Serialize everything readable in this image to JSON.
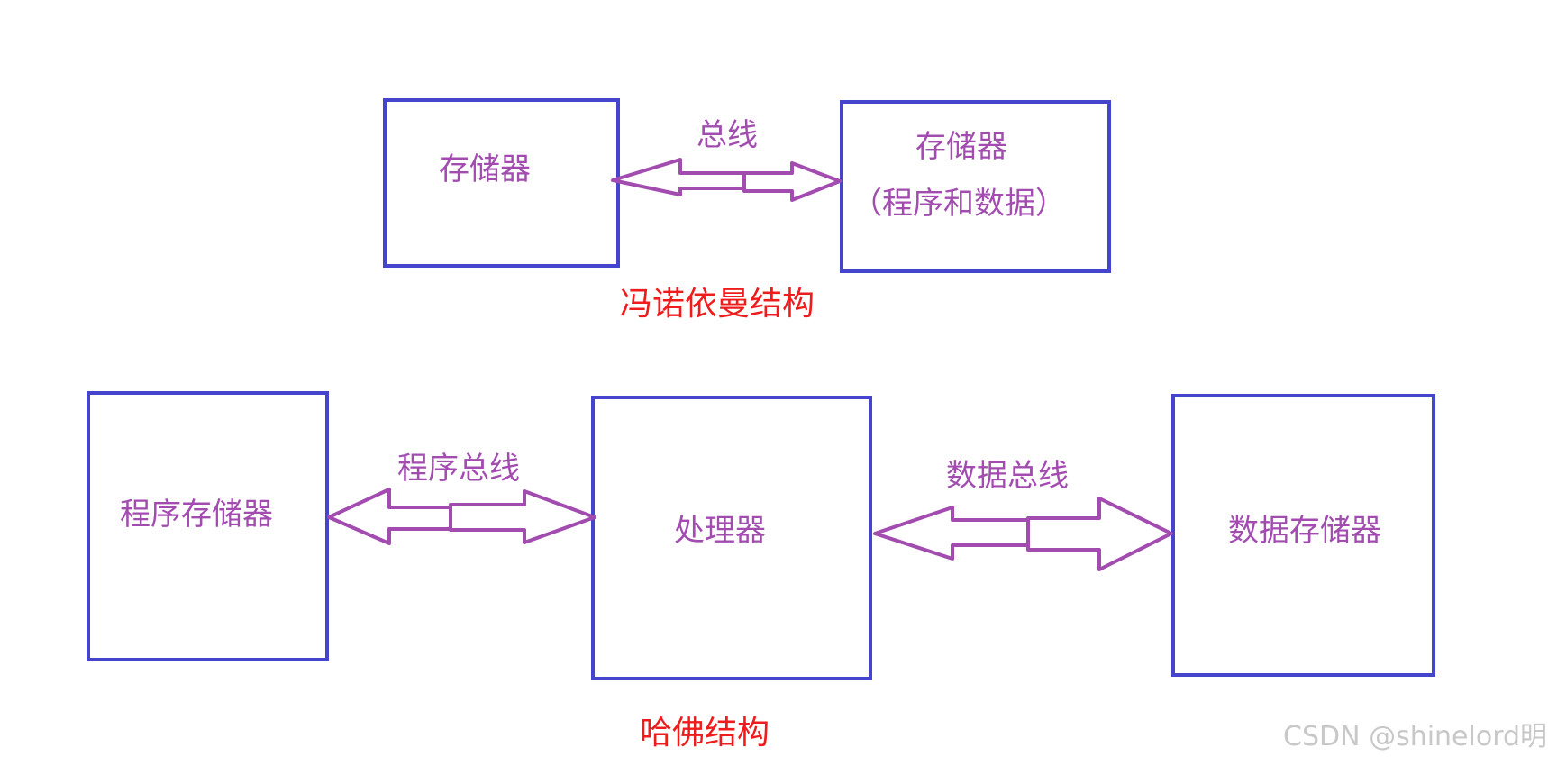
{
  "von_neumann": {
    "memory_box": {
      "label": "存储器"
    },
    "bus_label": "总线",
    "memory_box_2": {
      "title": "存储器",
      "subtitle": "（程序和数据）"
    },
    "caption": "冯诺依曼结构"
  },
  "harvard": {
    "program_memory_box": {
      "label": "程序存储器"
    },
    "program_bus_label": "程序总线",
    "processor_box": {
      "label": "处理器"
    },
    "data_bus_label": "数据总线",
    "data_memory_box": {
      "label": "数据存储器"
    },
    "caption": "哈佛结构"
  },
  "watermark": "CSDN @shinelord明",
  "colors": {
    "box_border": "#4444cc",
    "text": "#a24cb0",
    "caption": "#ee1c1c",
    "arrow": "#a24cb0"
  }
}
